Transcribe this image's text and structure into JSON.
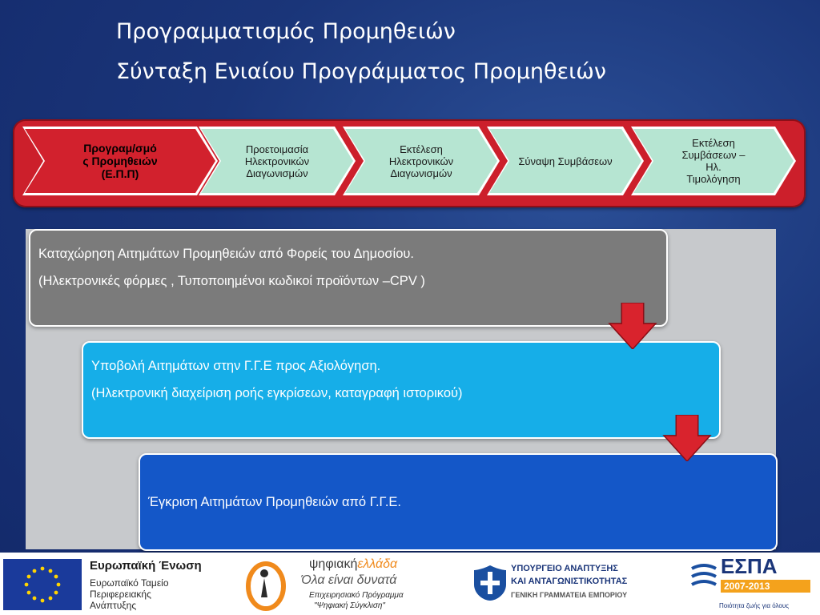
{
  "title": {
    "line1": "Προγραμματισμός Προμηθειών",
    "line2": "Σύνταξη Ενιαίου Προγράμματος Προμηθειών"
  },
  "process_steps": [
    {
      "label_line1": "Προγραμ/σμό",
      "label_line2": "ς Προμηθειών",
      "label_line3": "(Ε.Π.Π)"
    },
    {
      "label": "Προετοιμασία Ηλεκτρονικών Διαγωνισμών"
    },
    {
      "label": "Εκτέλεση Ηλεκτρονικών Διαγωνισμών"
    },
    {
      "label": "Σύναψη Συμβάσεων"
    },
    {
      "label_line1": "Εκτέλεση",
      "label_line2": "Συμβάσεων –",
      "label_line3": "Ηλ.",
      "label_line4": "Τιμολόγηση"
    }
  ],
  "flow": [
    {
      "line1": "Καταχώρηση Αιτημάτων Προμηθειών από Φορείς του Δημοσίου.",
      "line2": "(Ηλεκτρονικές φόρμες , Τυποποιημένοι κωδικοί προϊόντων –CPV )"
    },
    {
      "line1": "Υποβολή Αιτημάτων στην Γ.Γ.Ε προς Αξιολόγηση.",
      "line2": "(Ηλεκτρονική διαχείριση ροής εγκρίσεων, καταγραφή ιστορικού)"
    },
    {
      "line1": "Έγκριση Αιτημάτων Προμηθειών από Γ.Γ.Ε."
    }
  ],
  "footer": {
    "eu": {
      "title": "Ευρωπαϊκή Ένωση",
      "line1": "Ευρωπαϊκό Ταμείο",
      "line2": "Περιφερειακής",
      "line3": "Ανάπτυξης"
    },
    "digital": {
      "brand_a": "ψηφιακή",
      "brand_b": "ελλάδα",
      "tagline": "Όλα είναι δυνατά",
      "line1": "Επιχειρησιακό Πρόγραμμα",
      "line2": "\"Ψηφιακή Σύγκλιση\""
    },
    "ministry": {
      "line1": "ΥΠΟΥΡΓΕΙΟ ΑΝΑΠΤΥΞΗΣ",
      "line2": "ΚΑΙ ΑΝΤΑΓΩΝΙΣΤΙΚΟΤΗΤΑΣ",
      "line3": "ΓΕΝΙΚΗ ΓΡΑΜΜΑΤΕΙΑ ΕΜΠΟΡΙΟΥ"
    },
    "espa": {
      "name": "ΕΣΠΑ",
      "years": "2007-2013",
      "slogan": "Ποιότητα ζωής για όλους"
    }
  },
  "colors": {
    "background": "#1a3579",
    "band": "#cc1f2b",
    "active_step": "#d2212d",
    "pending_step": "#b6e5d2",
    "box1": "#7b7b7b",
    "box2": "#16aee8",
    "box3": "#1457c8",
    "arrow": "#d9232d"
  }
}
